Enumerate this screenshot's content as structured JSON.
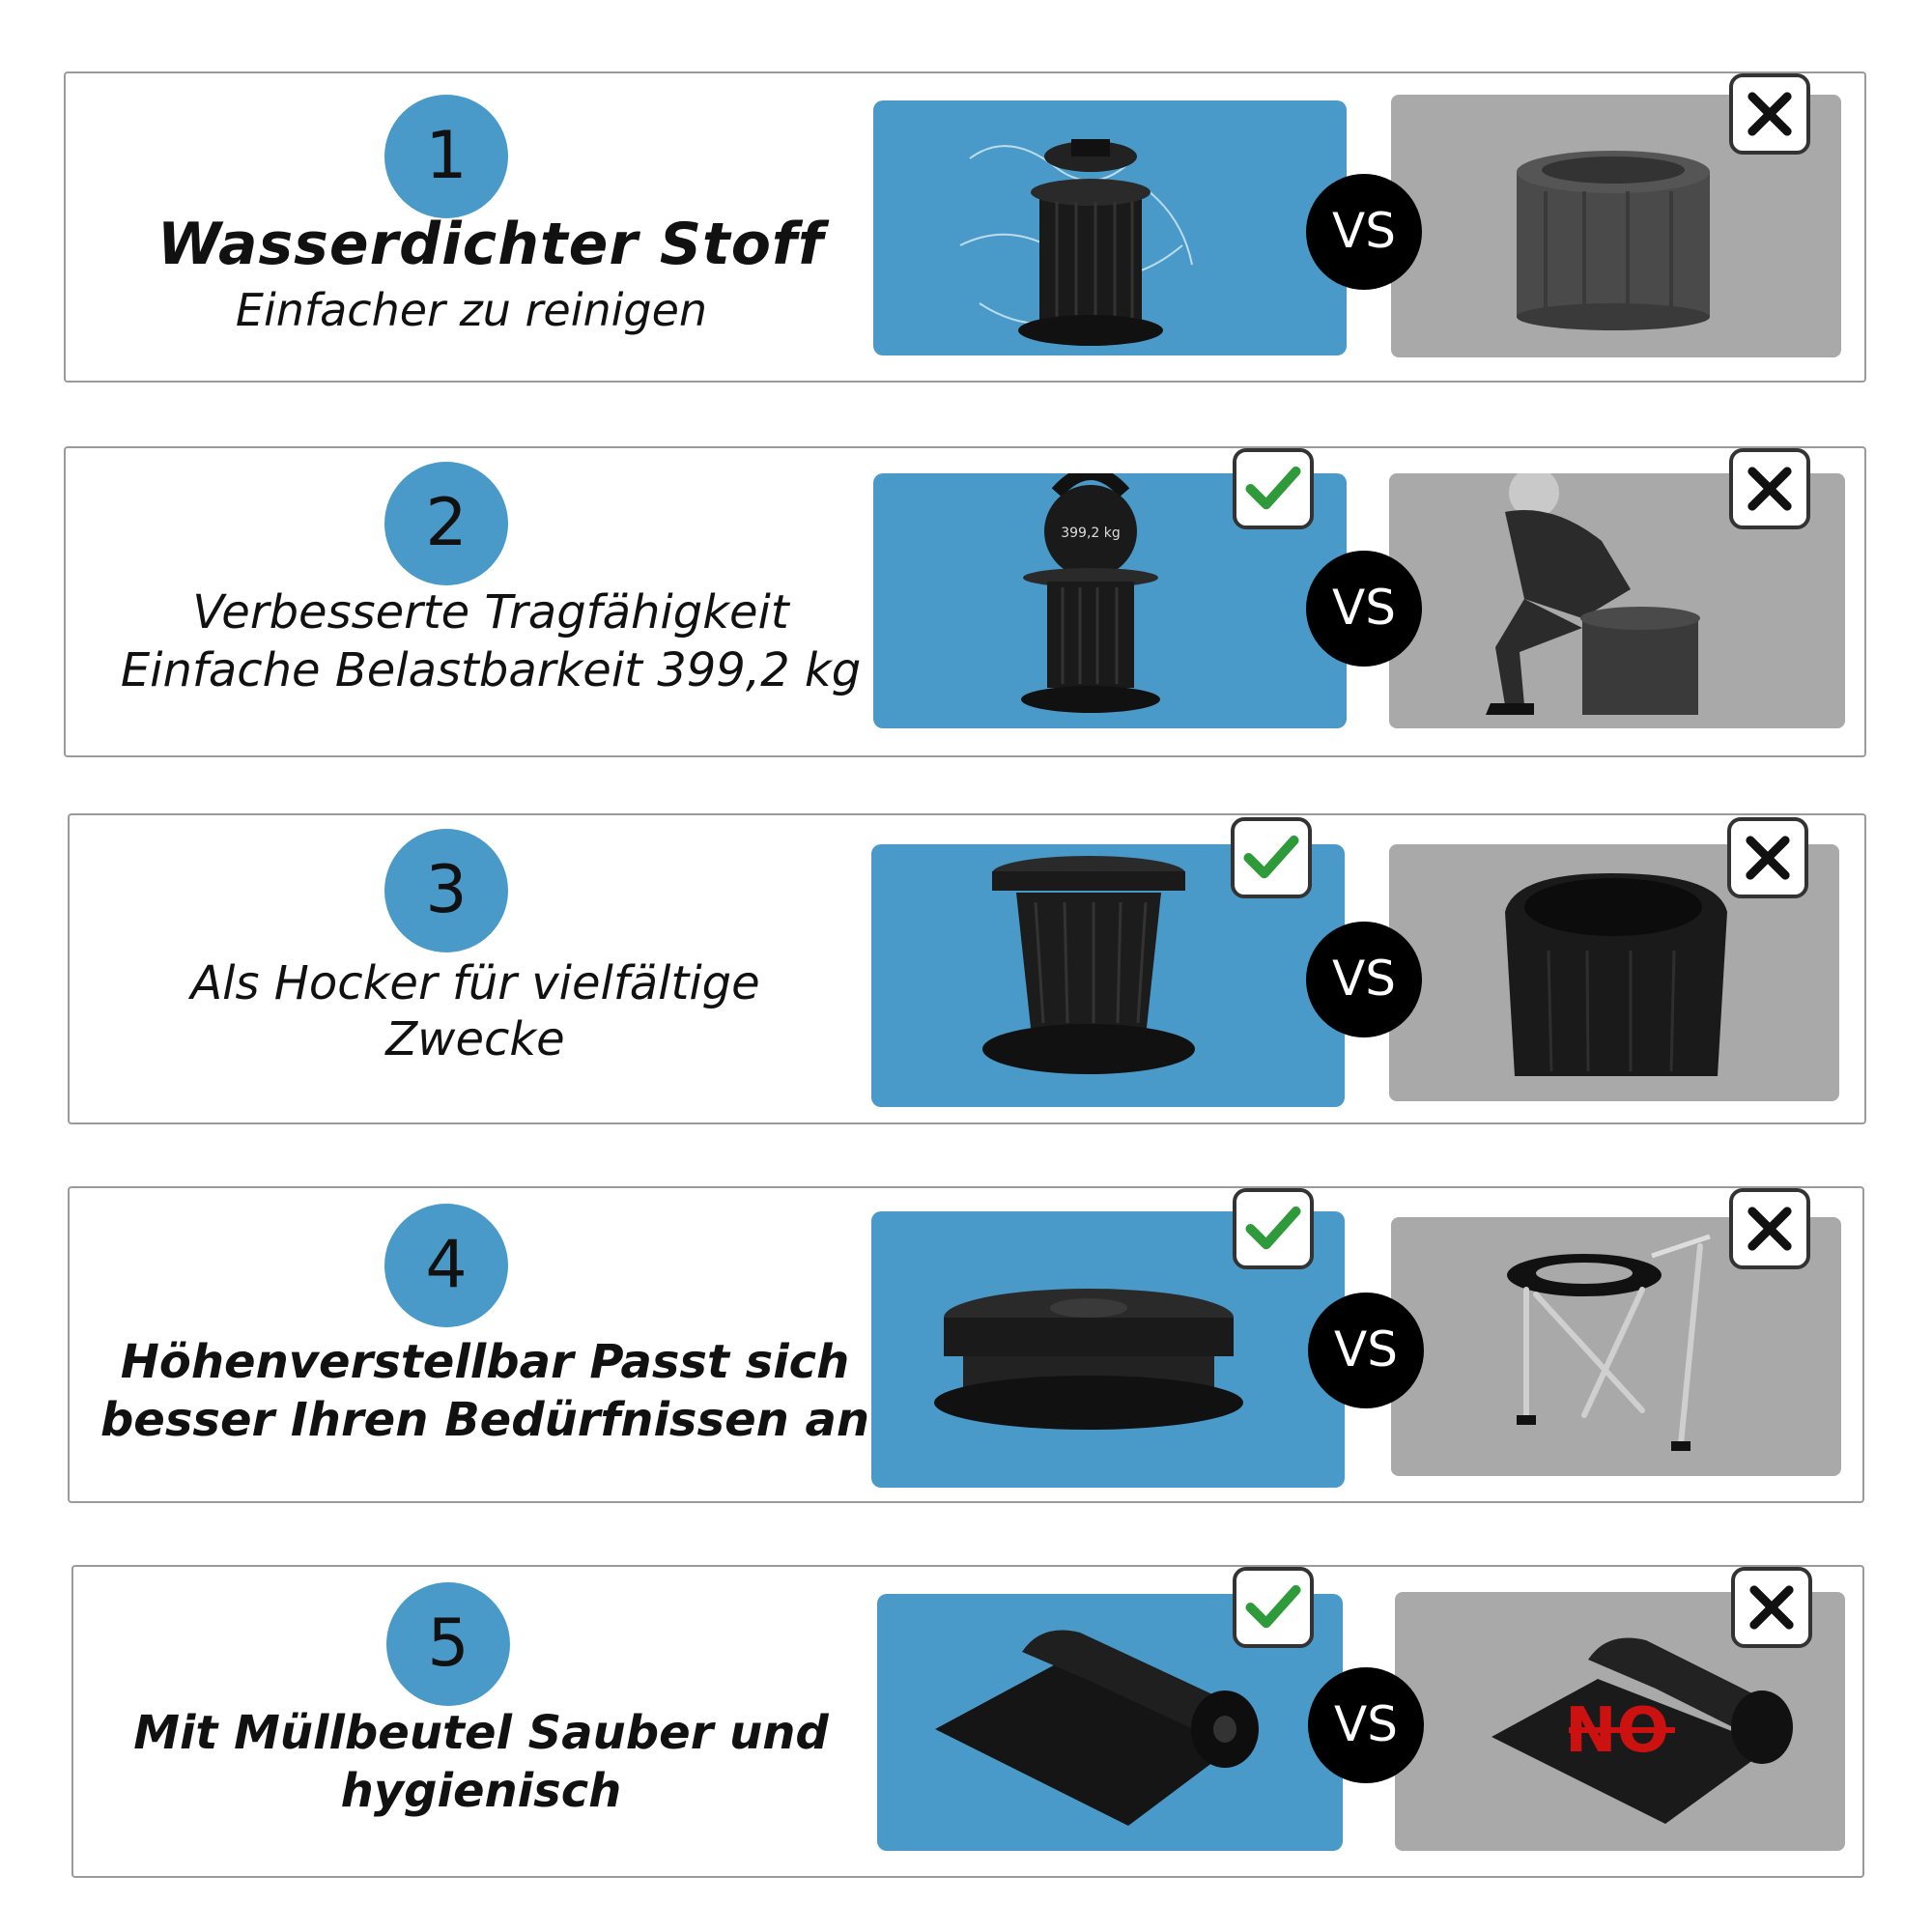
{
  "rows": [
    {
      "number": "1",
      "title": "Wasserdichter Stoff",
      "subtitle": "Einfacher zu reinigen",
      "vs": "VS"
    },
    {
      "number": "2",
      "line1": "Verbesserte Tragfähigkeit",
      "line2": "Einfache Belastbarkeit 399,2 kg",
      "weight_label": "399,2 kg",
      "vs": "VS"
    },
    {
      "number": "3",
      "line1": "Als Hocker für vielfältige",
      "line2": "Zwecke",
      "vs": "VS"
    },
    {
      "number": "4",
      "line1": "Höhenverstellbar Passt sich",
      "line2": "besser Ihren Bedürfnissen an",
      "vs": "VS"
    },
    {
      "number": "5",
      "line1": "Mit Müllbeutel Sauber und",
      "line2": "hygienisch",
      "no_label": "NO",
      "vs": "VS"
    }
  ],
  "colors": {
    "accent_blue": "#4a9ac9",
    "gray_panel": "#a9a9a9",
    "check_green": "#2f9a3a",
    "no_red": "#cc1111"
  },
  "icons": {
    "good": "check-icon",
    "bad": "cross-icon"
  }
}
